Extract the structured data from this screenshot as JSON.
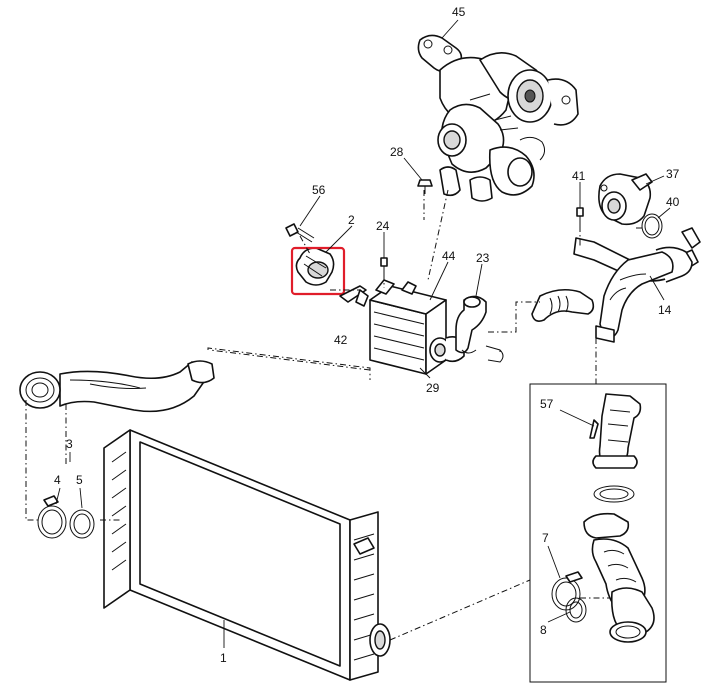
{
  "callouts": {
    "c45": "45",
    "c28": "28",
    "c56": "56",
    "c2": "2",
    "c24": "24",
    "c44": "44",
    "c23": "23",
    "c41": "41",
    "c37": "37",
    "c40": "40",
    "c14": "14",
    "c42": "42",
    "c29": "29",
    "c3": "3",
    "c4": "4",
    "c5": "5",
    "c1": "1",
    "c57": "57",
    "c7": "7",
    "c8": "8"
  },
  "colors": {
    "highlight": "#e01d2a",
    "line": "#111111"
  }
}
